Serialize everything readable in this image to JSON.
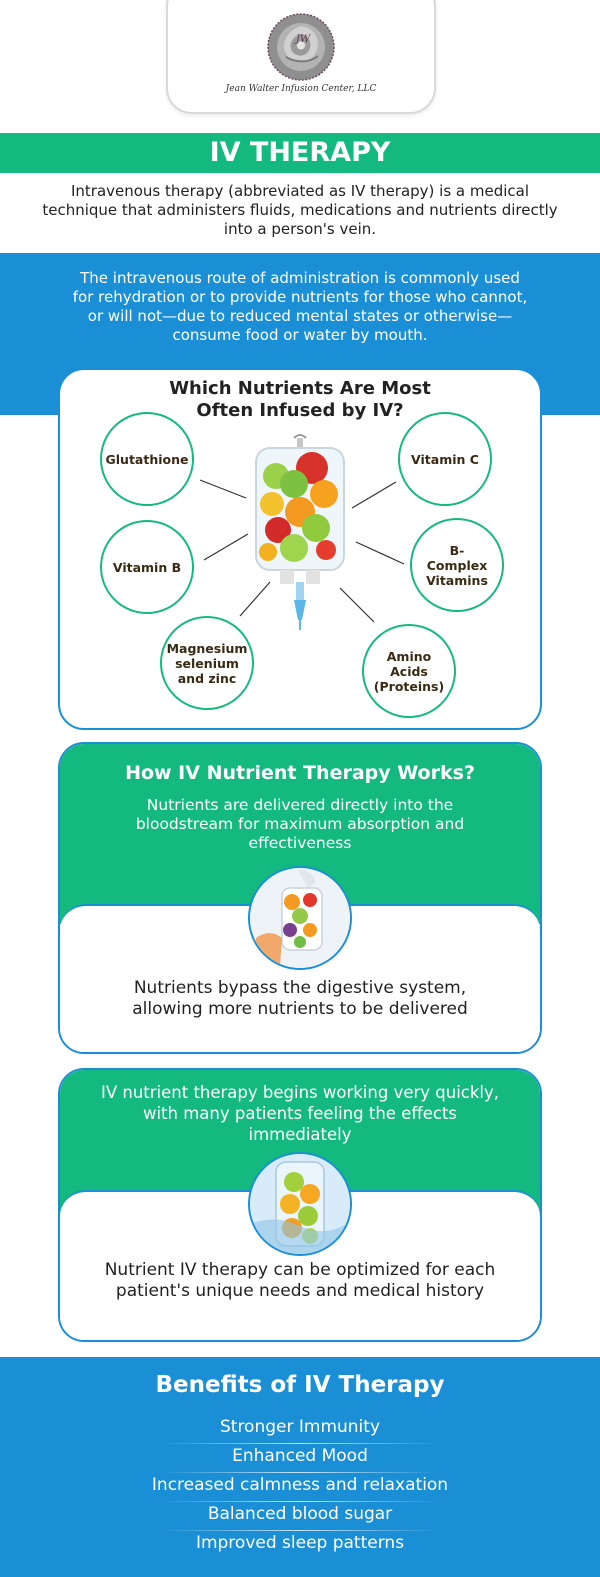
{
  "logo": {
    "text": "Jean Walter Infusion Center, LLC",
    "monogram": "JW"
  },
  "header": {
    "title": "IV THERAPY",
    "intro": "Intravenous therapy (abbreviated as IV therapy) is a medical technique that administers fluids, medications and nutrients directly into a person's vein.",
    "route_text": "The intravenous route of administration is commonly used for rehydration or to provide nutrients for those who cannot, or will not—due to reduced mental states or otherwise—consume food or water by mouth."
  },
  "nutrients": {
    "title_line1": "Which Nutrients Are Most",
    "title_line2": "Often Infused by IV?",
    "items": [
      "Glutathione",
      "Vitamin C",
      "Vitamin B",
      "B-Complex Vitamins",
      "Magnesium selenium and zinc",
      "Amino Acids (Proteins)"
    ]
  },
  "works": {
    "title": "How IV Nutrient Therapy Works?",
    "top_text": "Nutrients are delivered directly into the bloodstream for maximum absorption and effectiveness",
    "bottom_text": "Nutrients bypass the digestive system, allowing more nutrients to be delivered"
  },
  "quick": {
    "top_text": "IV nutrient therapy begins working very quickly, with many patients feeling the effects immediately",
    "bottom_text": "Nutrient IV therapy can be optimized for each patient's unique needs and medical history"
  },
  "benefits": {
    "title": "Benefits of IV Therapy",
    "items": [
      "Stronger Immunity",
      "Enhanced Mood",
      "Increased calmness and relaxation",
      "Balanced blood sugar",
      "Improved sleep patterns"
    ]
  },
  "colors": {
    "green": "#13b97e",
    "blue": "#1a8fd6"
  }
}
